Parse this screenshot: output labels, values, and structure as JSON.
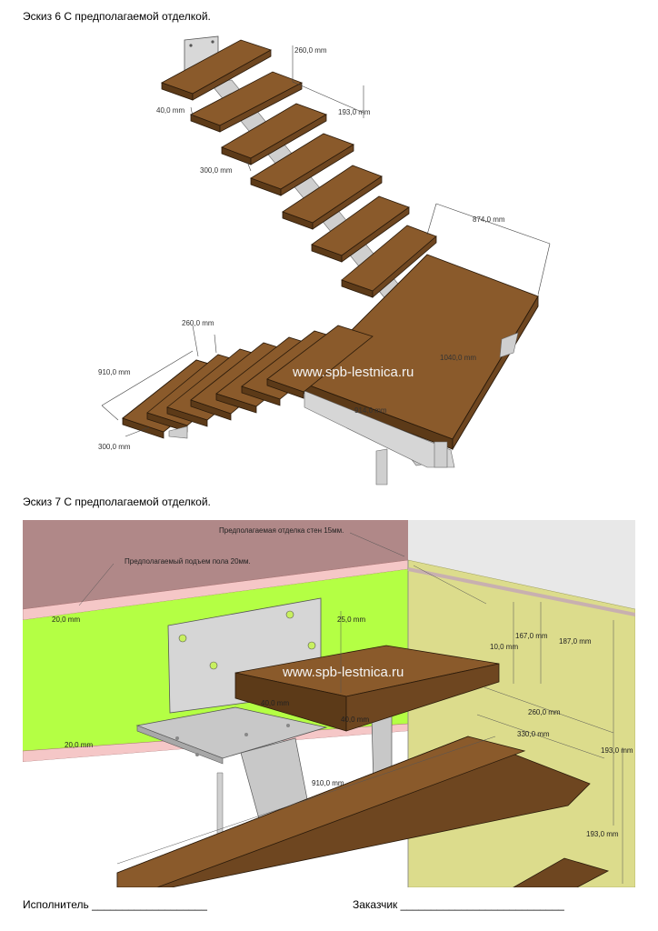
{
  "sketch6": {
    "caption": "Эскиз 6 С предполагаемой отделкой.",
    "watermark": "www.spb-lestnica.ru",
    "dimensions": [
      "260,0 mm",
      "40,0 mm",
      "193,0 mm",
      "300,0 mm",
      "874,0 mm",
      "260,0 mm",
      "910,0 mm",
      "300,0 mm",
      "1040,0 mm",
      "914,0 mm"
    ]
  },
  "sketch7": {
    "caption": "Эскиз 7 С предполагаемой отделкой.",
    "watermark": "www.spb-lestnica.ru",
    "note_wall": "Предполагаемая отделка стен 15мм.",
    "note_floor": "Предполагаемый подъем пола 20мм.",
    "dimensions": [
      "20,0 mm",
      "25,0 mm",
      "10,0 mm",
      "167,0 mm",
      "187,0 mm",
      "260,0 mm",
      "330,0 mm",
      "193,0 mm",
      "20,0 mm",
      "193,0 mm",
      "40,0 mm",
      "910,0 mm",
      "40,0 mm"
    ]
  },
  "signatures": {
    "executor": "Исполнитель ___________________",
    "customer": "Заказчик ___________________________"
  },
  "colors": {
    "wood": "#8a5a2b",
    "wood_dark": "#5c3a18",
    "wall_pink": "#b08888",
    "wall_green": "#b4ff44",
    "wall_yellow": "#dcdc8c",
    "metal": "#c8c8c8"
  }
}
